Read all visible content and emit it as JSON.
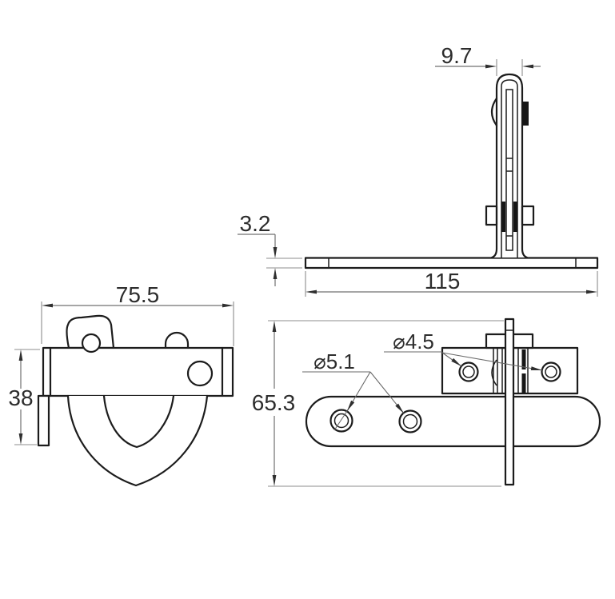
{
  "colors": {
    "background": "#ffffff",
    "outline": "#1c1c1c",
    "dimension_lines": "#707070",
    "text": "#2d2d2d"
  },
  "views": {
    "side": {
      "dims": {
        "upright_width": "9.7",
        "plate_thickness": "3.2",
        "plate_length": "115"
      }
    },
    "front": {
      "dims": {
        "overall_width": "75.5",
        "overall_height": "38"
      }
    },
    "top": {
      "dims": {
        "overall_depth": "65.3",
        "plate_hole_diameter": "⌀5.1",
        "bracket_hole_diameter": "⌀4.5"
      }
    }
  }
}
